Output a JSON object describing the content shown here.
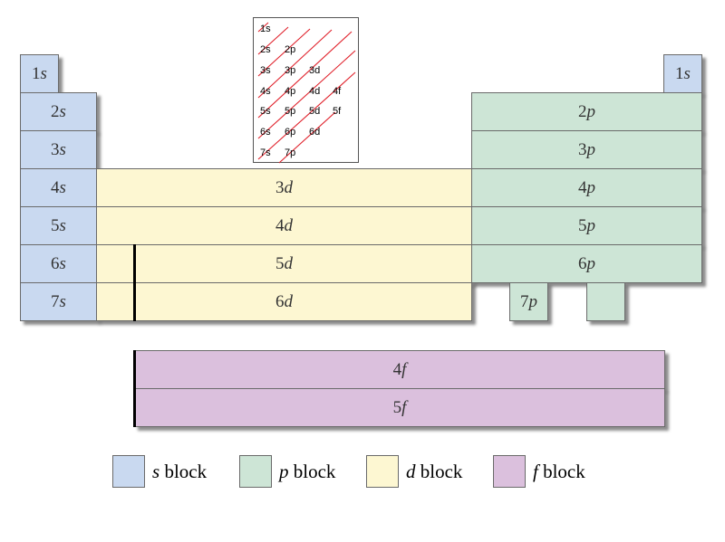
{
  "blocks": {
    "s": [
      {
        "n": "1",
        "l": "s"
      },
      {
        "n": "2",
        "l": "s"
      },
      {
        "n": "3",
        "l": "s"
      },
      {
        "n": "4",
        "l": "s"
      },
      {
        "n": "5",
        "l": "s"
      },
      {
        "n": "6",
        "l": "s"
      },
      {
        "n": "7",
        "l": "s"
      }
    ],
    "s_right": {
      "n": "1",
      "l": "s"
    },
    "p": [
      {
        "n": "2",
        "l": "p"
      },
      {
        "n": "3",
        "l": "p"
      },
      {
        "n": "4",
        "l": "p"
      },
      {
        "n": "5",
        "l": "p"
      },
      {
        "n": "6",
        "l": "p"
      },
      {
        "n": "7",
        "l": "p"
      }
    ],
    "d": [
      {
        "n": "3",
        "l": "d"
      },
      {
        "n": "4",
        "l": "d"
      },
      {
        "n": "5",
        "l": "d"
      },
      {
        "n": "6",
        "l": "d"
      }
    ],
    "f": [
      {
        "n": "4",
        "l": "f"
      },
      {
        "n": "5",
        "l": "f"
      }
    ]
  },
  "filling_order_inset": {
    "rows": [
      [
        "1s"
      ],
      [
        "2s",
        "2p"
      ],
      [
        "3s",
        "3p",
        "3d"
      ],
      [
        "4s",
        "4p",
        "4d",
        "4f"
      ],
      [
        "5s",
        "5p",
        "5d",
        "5f"
      ],
      [
        "6s",
        "6p",
        "6d"
      ],
      [
        "7s",
        "7p"
      ]
    ],
    "arrow_color": "#e0202a"
  },
  "legend": [
    {
      "letter": "s",
      "text": " block",
      "color": "#c9d9f0"
    },
    {
      "letter": "p",
      "text": " block",
      "color": "#cde5d6"
    },
    {
      "letter": "d",
      "text": " block",
      "color": "#fdf7d2"
    },
    {
      "letter": "f",
      "text": " block",
      "color": "#dbc0dd"
    }
  ],
  "colors": {
    "s_block": "#c9d9f0",
    "p_block": "#cde5d6",
    "d_block": "#fdf7d2",
    "f_block": "#dbc0dd"
  }
}
